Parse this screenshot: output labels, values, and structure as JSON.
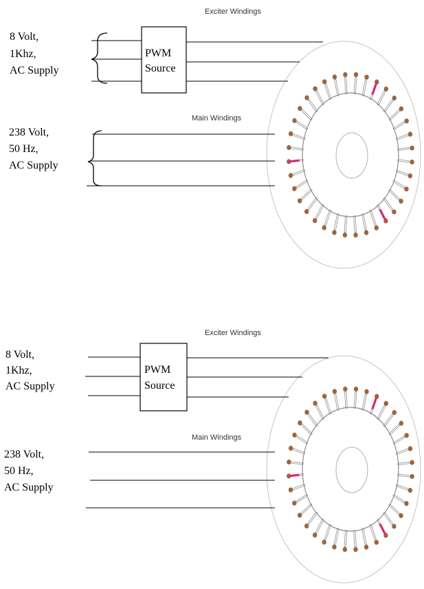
{
  "diagrams": [
    {
      "exciter_label": "Exciter Windings",
      "main_label": "Main Windings",
      "source1_lines": [
        "8 Volt,",
        "1Khz,",
        "AC Supply"
      ],
      "pwm_lines": [
        "PWM",
        "Source"
      ],
      "source2_lines": [
        "238 Volt,",
        "50 Hz,",
        "AC Supply"
      ],
      "has_braces": true
    },
    {
      "exciter_label": "Exciter Windings",
      "main_label": "Main Windings",
      "source1_lines": [
        "8 Volt,",
        "1Khz,",
        "AC Supply"
      ],
      "pwm_lines": [
        "PWM",
        "Source"
      ],
      "source2_lines": [
        "238 Volt,",
        "50 Hz,",
        "AC Supply"
      ],
      "has_braces": false
    }
  ],
  "colors": {
    "line": "#000000",
    "stator_outline": "#b8b8b8",
    "slot_outline": "#9a9a9a",
    "coil": "#a0643a",
    "exciter_coil": "#e0207a"
  }
}
